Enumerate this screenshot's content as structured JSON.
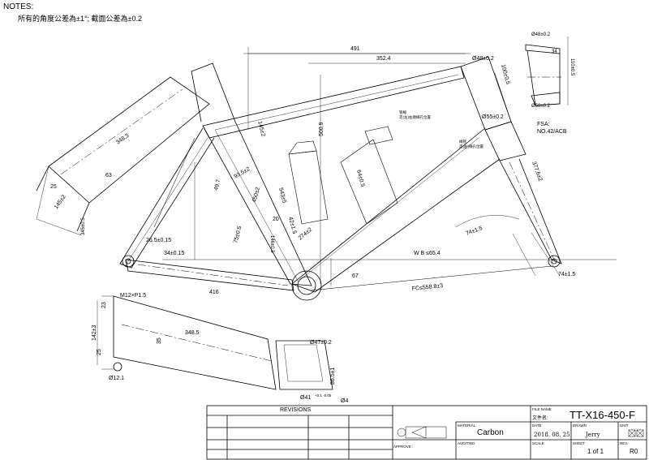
{
  "notes": {
    "title": "NOTES:",
    "line1": "所有的角度公差為±1°; 截面公差為±0.2"
  },
  "dims": {
    "d491": "491",
    "d352": "352.4",
    "d500": "500.9",
    "d145": "145±2",
    "d100": "100±0.5",
    "d48": "Ø48±0.2",
    "d48b": "Ø48±0.2",
    "d1105": "110±0.5",
    "d34": "34",
    "d55": "Ø55±0.2",
    "d58": "Ø58±0.2",
    "fsa1": "FSA:",
    "fsa2": "NO.42/ACB",
    "d3776": "377.6±2",
    "d74": "74±1.5",
    "d3483": "348.3",
    "d63": "63",
    "d145b": "145±2",
    "d25": "25",
    "d3455": "345±0.5",
    "d497": "49.7",
    "d75": "75±0.5",
    "d4505": "450±2",
    "d935": "93.5±2",
    "d265": "26.5±0.15",
    "d3430": "34±0.15",
    "d416": "416",
    "d5435": "543±5",
    "d4215": "42±1.5",
    "d6415": "64±0.5",
    "d2745": "274±2",
    "d1465": "146±0.5",
    "d20": "20",
    "wb": "W B ≤65.4",
    "d67": "67",
    "fc": "FC≤558.8±3",
    "d745b": "74±1.5",
    "m12": "M12×P1.5",
    "d23": "23",
    "d14235": "142±3",
    "d3485": "348.5",
    "d35": "35",
    "d25b": "25",
    "d12": "Ø12.1",
    "d47": "Ø47±0.2",
    "d86": "86.5±1",
    "d41": "Ø41",
    "d41tol": "+0.1 -0.05",
    "d4": "Ø4",
    "cn1": "管線",
    "cn2": "走(左)右順線孔位置",
    "cn3": "線管",
    "cn4": "走(右)線孔位置"
  },
  "title_block": {
    "revisions": "REVISIONS",
    "material_label": "MATERIAL",
    "material": "Carbon",
    "file_label": "FILE NAME",
    "file_cn": "文件名:",
    "file_name": "TT-X16-450-F",
    "date_label": "DATE",
    "date": "2018. 08. 25",
    "drawn_label": "DRAWN",
    "drawn": "Jerry",
    "unit_label": "UNIT",
    "approve_label": "APPROVE :",
    "auditing_label": "AUDITING",
    "scale_label": "SCALE",
    "sheet_label": "SHEET",
    "sheet": "1 of 1",
    "rev_label": "REV.",
    "rev": "R0"
  }
}
